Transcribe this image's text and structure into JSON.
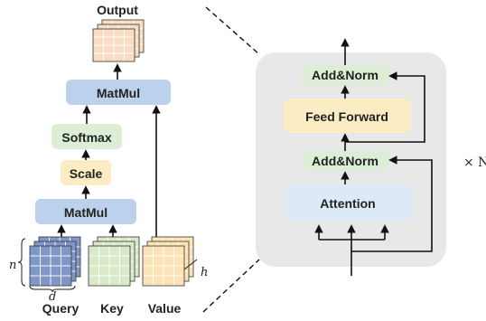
{
  "labels": {
    "output": "Output",
    "matmul_top": "MatMul",
    "softmax": "Softmax",
    "scale": "Scale",
    "matmul_bottom": "MatMul",
    "query": "Query",
    "key": "Key",
    "value": "Value",
    "dim_n": "n",
    "dim_d": "d",
    "dim_h": "h",
    "add_norm_top": "Add&Norm",
    "feed_forward": "Feed Forward",
    "add_norm_bottom": "Add&Norm",
    "attention": "Attention",
    "repeat": "× N"
  },
  "colors": {
    "matmul": "#bcd2ec",
    "softmax": "#dcefd6",
    "scale": "#fbecc3",
    "feed_forward": "#fbecc3",
    "add_norm": "#dcefd6",
    "attention": "#dde9f6",
    "panel": "#e8e8e8",
    "query_grid": "#7f97c8",
    "key_grid": "#d8eac8",
    "value_grid": "#fde2b6",
    "output_grid": "#f8dcc4"
  }
}
